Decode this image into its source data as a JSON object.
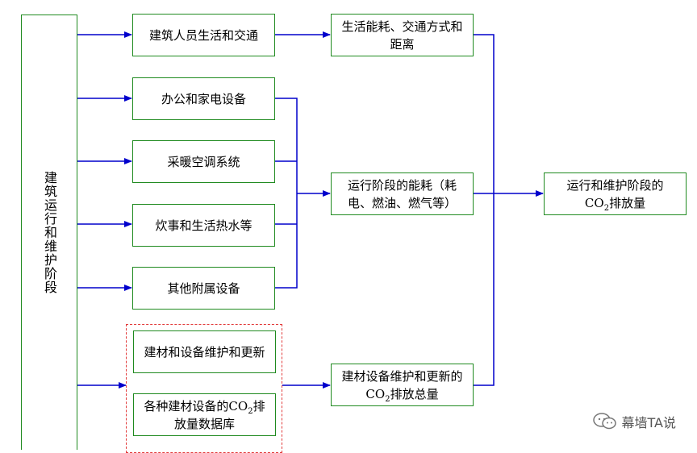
{
  "left_stage": {
    "label": "建筑运行和维护阶段"
  },
  "col1": {
    "people": "建筑人员生活和交通",
    "office": "办公和家电设备",
    "hvac": "采暖空调系统",
    "cooking": "炊事和生活热水等",
    "other": "其他附属设备",
    "maintain": "建材和设备维护和更新",
    "database_pre": "各种建材设备的CO",
    "database_sub": "2",
    "database_post": "排放量数据库"
  },
  "col2": {
    "life_energy": "生活能耗、交通方式和距离",
    "op_energy": "运行阶段的能耗（耗电、燃油、燃气等）",
    "maint_total_pre": "建材设备维护和更新的CO",
    "maint_total_sub": "2",
    "maint_total_post": "排放总量"
  },
  "col3": {
    "result_pre": "运行和维护阶段的",
    "result_co": "CO",
    "result_sub": "2",
    "result_post": "排放量"
  },
  "watermark": {
    "text": "幕墙TA说",
    "icon": "wechat-icon"
  },
  "colors": {
    "box_border": "#1f8a1f",
    "arrow": "#0000cc",
    "dashed": "#e23a3a"
  }
}
